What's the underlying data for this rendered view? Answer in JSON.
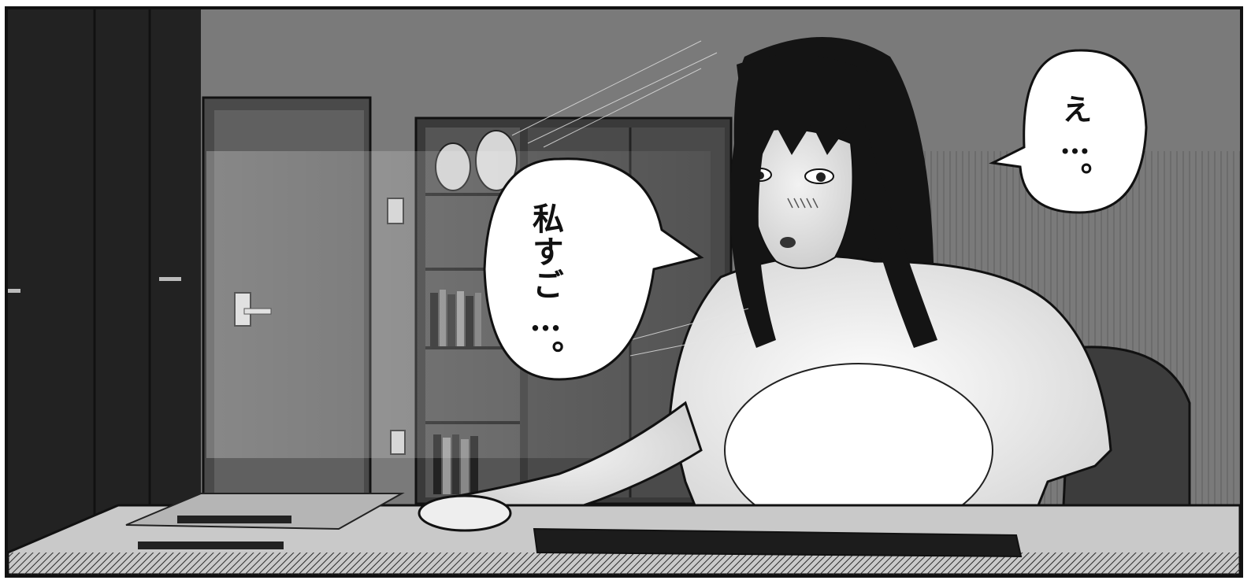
{
  "panel": {
    "speech_left": "私すご…。",
    "speech_right": "え…。"
  },
  "icons": [
    "speech-bubble",
    "keyboard",
    "mouse",
    "door",
    "bookshelf",
    "chair"
  ],
  "colors": {
    "border": "#111111",
    "wall": "#7a7a7a",
    "desk": "#c9c9c9",
    "shirt": "#f4f4f4",
    "hair": "#141414",
    "bubble": "#ffffff"
  }
}
